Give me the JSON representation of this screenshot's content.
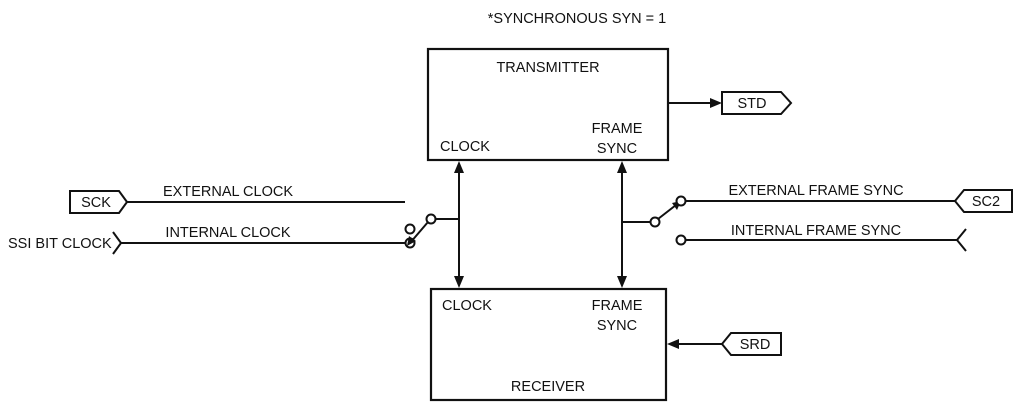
{
  "title": "*SYNCHRONOUS SYN = 1",
  "transmitter": {
    "name": "TRANSMITTER",
    "clock": "CLOCK",
    "frame_sync_line1": "FRAME",
    "frame_sync_line2": "SYNC"
  },
  "receiver": {
    "name": "RECEIVER",
    "clock": "CLOCK",
    "frame_sync_line1": "FRAME",
    "frame_sync_line2": "SYNC"
  },
  "pins": {
    "std": "STD",
    "sck": "SCK",
    "sc2": "SC2",
    "srd": "SRD"
  },
  "signals": {
    "external_clock": "EXTERNAL CLOCK",
    "internal_clock": "INTERNAL CLOCK",
    "ssi_bit_clock": "SSI BIT CLOCK",
    "external_frame_sync": "EXTERNAL FRAME SYNC",
    "internal_frame_sync": "INTERNAL FRAME SYNC"
  }
}
